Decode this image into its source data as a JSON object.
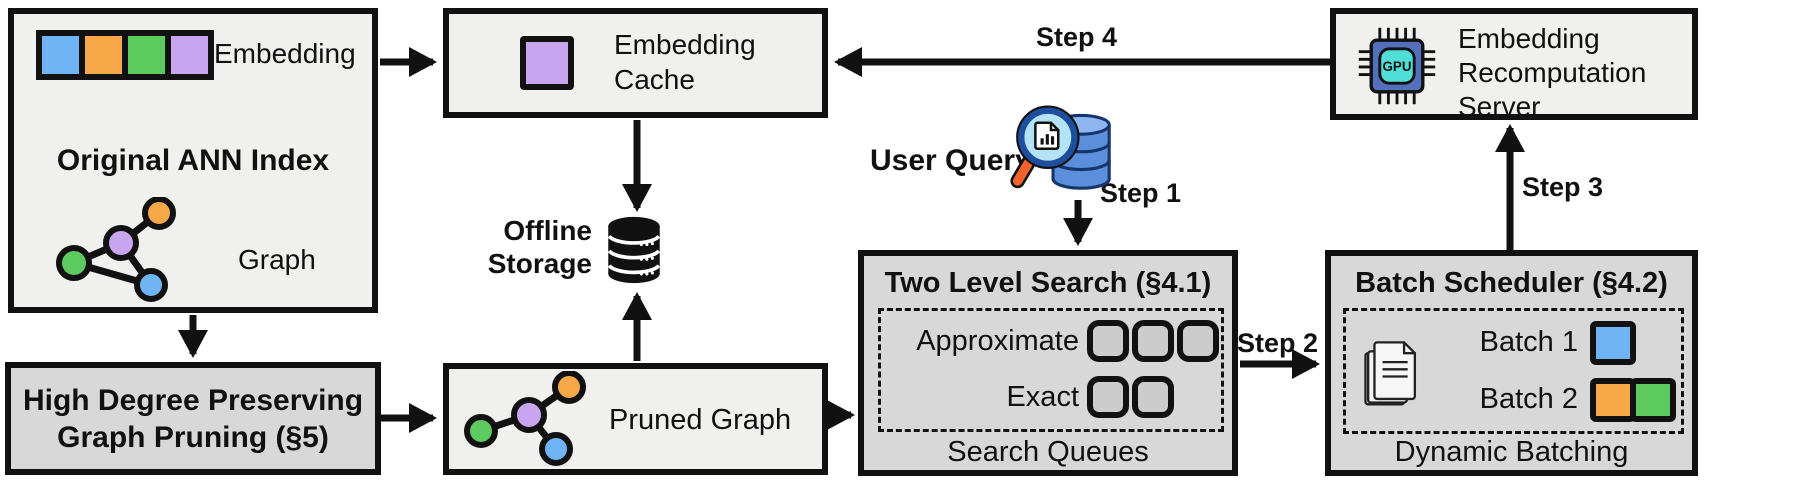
{
  "colors": {
    "box_light": "#f0f0ef",
    "box_dark": "#d8d8d8",
    "blue": "#6fb5f6",
    "orange": "#f7a94a",
    "green": "#5cca5f",
    "purple": "#c9a4ef",
    "gpu_chip": "#5470bd",
    "gpu_core": "#4fdfd6",
    "db_blue": "#5c8fdb",
    "lens_blue": "#b5e3f6",
    "handle_orange": "#f3622d"
  },
  "original_ann_index": {
    "title": "Original ANN Index",
    "embedding_label": "Embedding",
    "graph_label": "Graph",
    "embedding_cells": [
      "#6fb5f6",
      "#f7a94a",
      "#5cca5f",
      "#c9a4ef"
    ]
  },
  "embedding_cache": {
    "label": "Embedding Cache"
  },
  "embedding_recomputation_server": {
    "label": "Embedding Recomputation Server"
  },
  "offline_storage": {
    "label": "Offline Storage"
  },
  "user_query": {
    "label": "User Query"
  },
  "two_level_search": {
    "title": "Two Level Search (§4.1)",
    "rows": [
      {
        "label": "Approximate",
        "slots": 3
      },
      {
        "label": "Exact",
        "slots": 2
      }
    ],
    "footer": "Search Queues"
  },
  "batch_scheduler": {
    "title": "Batch Scheduler (§4.2)",
    "batches": [
      {
        "label": "Batch 1",
        "cells": [
          "#6fb5f6"
        ]
      },
      {
        "label": "Batch 2",
        "cells": [
          "#f7a94a",
          "#5cca5f"
        ]
      }
    ],
    "footer": "Dynamic Batching"
  },
  "high_degree_pruning": {
    "label": "High Degree Preserving Graph Pruning (§5)"
  },
  "pruned_graph": {
    "label": "Pruned Graph"
  },
  "steps": {
    "step1": "Step 1",
    "step2": "Step 2",
    "step3": "Step 3",
    "step4": "Step 4"
  },
  "icons": {
    "gpu_text": "GPU"
  }
}
